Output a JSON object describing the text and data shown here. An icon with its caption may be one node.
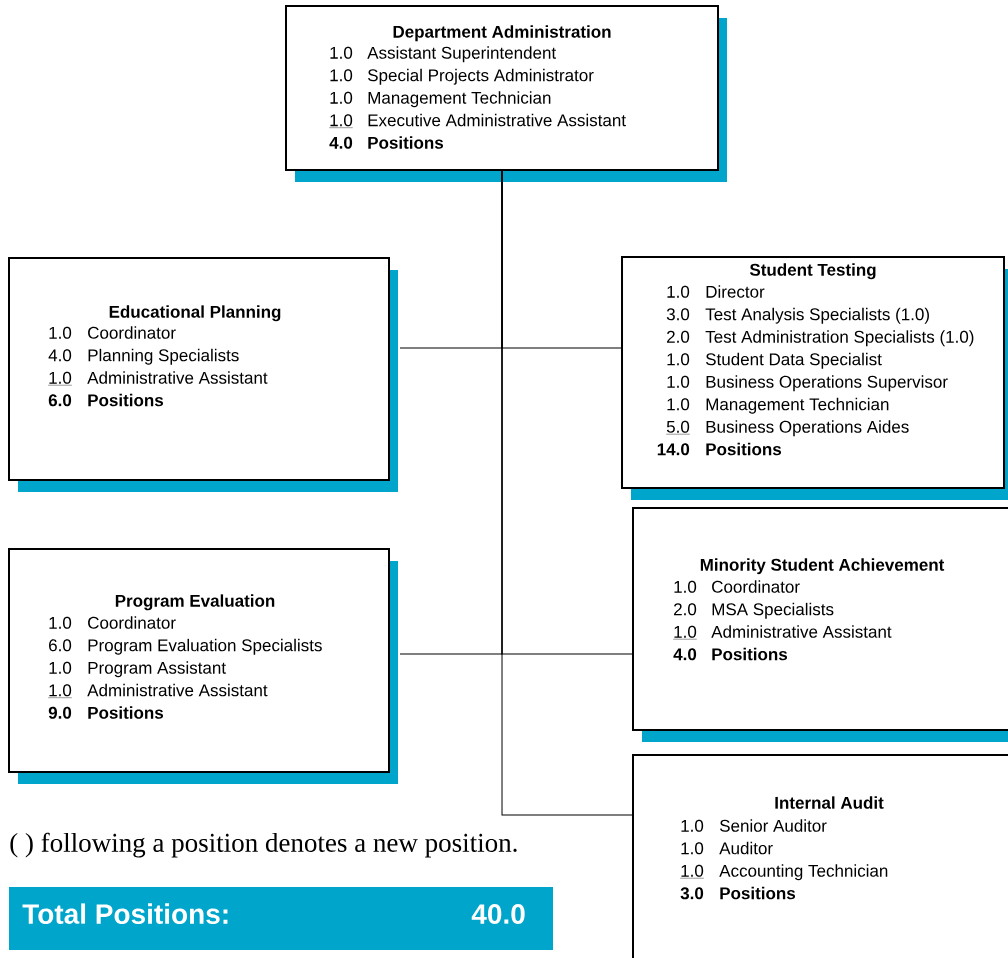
{
  "diagram": {
    "nodes": [
      {
        "text": [
          "Department Administration",
          "1.0",
          "Assistant Superintendent",
          "1.0",
          "Special Projects Administrator",
          "1.0",
          "Management Technician",
          "1.0",
          "Executive Administrative Assistant",
          "4.0",
          "Positions"
        ]
      },
      {
        "text": [
          "Educational Planning",
          "1.0",
          "Coordinator",
          "4.0",
          "Planning Specialists",
          "1.0",
          "Administrative Assistant",
          "6.0",
          "Positions"
        ]
      },
      {
        "text": [
          "Student Testing",
          "1.0",
          "Director",
          "3.0",
          "Test Analysis Specialists (1.0)",
          "2.0",
          "Test Administration Specialists (1.0)",
          "1.0",
          "Student Data Specialist",
          "1.0",
          "Business Operations Supervisor",
          "1.0",
          "Management Technician",
          "5.0",
          "Business Operations Aides",
          "14.0",
          "Positions"
        ]
      },
      {
        "text": [
          "Program Evaluation",
          "1.0",
          "Coordinator",
          "6.0",
          "Program Evaluation Specialists",
          "1.0",
          "Program Assistant",
          "1.0",
          "Administrative Assistant",
          "9.0",
          "Positions"
        ]
      },
      {
        "text": [
          "Minority Student Achievement",
          "1.0",
          "Coordinator",
          "2.0",
          "MSA Specialists",
          "1.0",
          "Administrative Assistant",
          "4.0",
          "Positions"
        ]
      },
      {
        "text": [
          "Internal Audit",
          "1.0",
          "Senior Auditor",
          "1.0",
          "Auditor",
          "1.0",
          "Accounting Technician",
          "3.0",
          "Positions"
        ]
      },
      {
        "text": [
          "Total Positions:",
          "40.0"
        ]
      }
    ],
    "edges": [
      {
        "from": 0,
        "to": 1,
        "arrow": "none"
      },
      {
        "from": 0,
        "to": 2,
        "arrow": "none"
      },
      {
        "from": 0,
        "to": 3,
        "arrow": "none"
      },
      {
        "from": 0,
        "to": 4,
        "arrow": "none"
      },
      {
        "from": 0,
        "to": 5,
        "arrow": "none"
      }
    ],
    "labels": [
      "( ) following a position denotes a new position."
    ]
  }
}
